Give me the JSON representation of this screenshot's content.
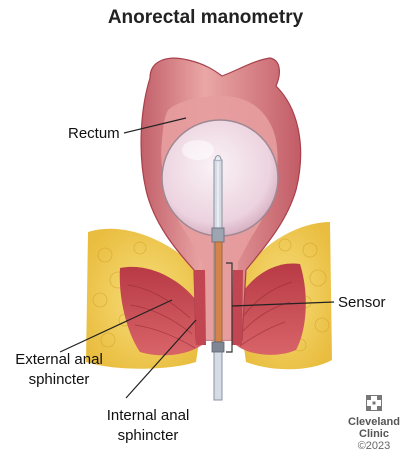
{
  "title": "Anorectal manometry",
  "labels": {
    "rectum": "Rectum",
    "sensor": "Sensor",
    "external_line1": "External anal",
    "external_line2": "sphincter",
    "internal_line1": "Internal anal",
    "internal_line2": "sphincter"
  },
  "credit": {
    "line1": "Cleveland",
    "line2": "Clinic",
    "line3": "©2023"
  },
  "colors": {
    "fat_yellow": "#f2cf55",
    "muscle_red": "#c8484e",
    "rectum_pink": "#e8a8a8",
    "balloon": "#f0dbe6",
    "sensor_orange": "#d4834a"
  }
}
